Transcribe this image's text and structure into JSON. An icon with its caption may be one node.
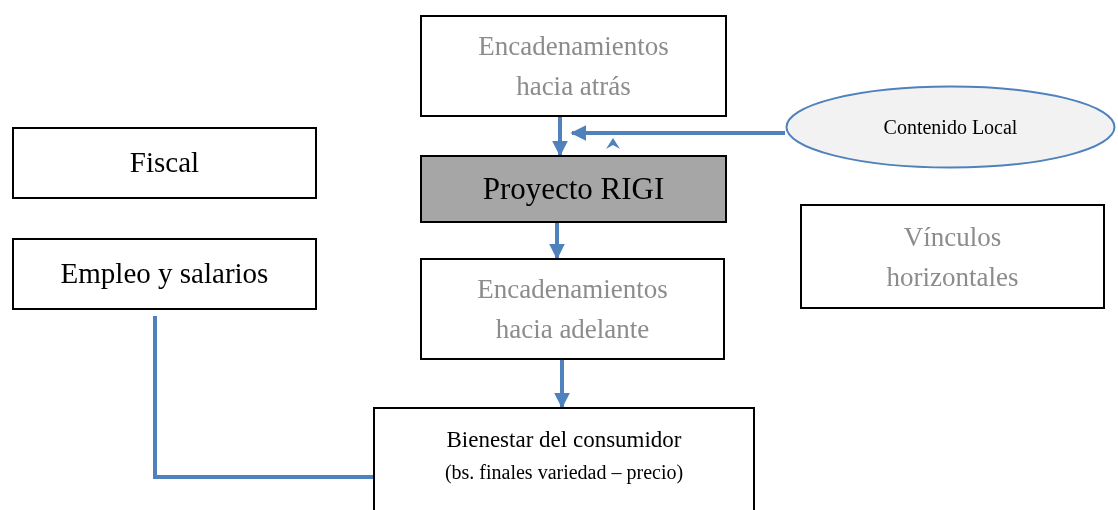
{
  "diagram": {
    "nodes": [
      {
        "text": [
          "Encadenamientos hacia atrás"
        ]
      },
      {
        "text": [
          "Contenido Local"
        ]
      },
      {
        "text": [
          "Fiscal"
        ]
      },
      {
        "text": [
          "Proyecto RIGI"
        ]
      },
      {
        "text": [
          "Vínculos horizontales"
        ]
      },
      {
        "text": [
          "Empleo y salarios"
        ]
      },
      {
        "text": [
          "Encadenamientos hacia adelante"
        ]
      },
      {
        "text": [
          "Bienestar del consumidor",
          "(bs. finales variedad – precio)"
        ]
      }
    ],
    "edges": [
      {
        "from": 0,
        "to": 3,
        "arrow": "to"
      },
      {
        "from": 1,
        "to": 3,
        "arrow": "to"
      },
      {
        "from": 3,
        "to": 0,
        "arrow": "to"
      },
      {
        "from": 3,
        "to": 6,
        "arrow": "to"
      },
      {
        "from": 6,
        "to": 7,
        "arrow": "to"
      },
      {
        "from": 5,
        "to": 7,
        "arrow": "none"
      }
    ]
  }
}
